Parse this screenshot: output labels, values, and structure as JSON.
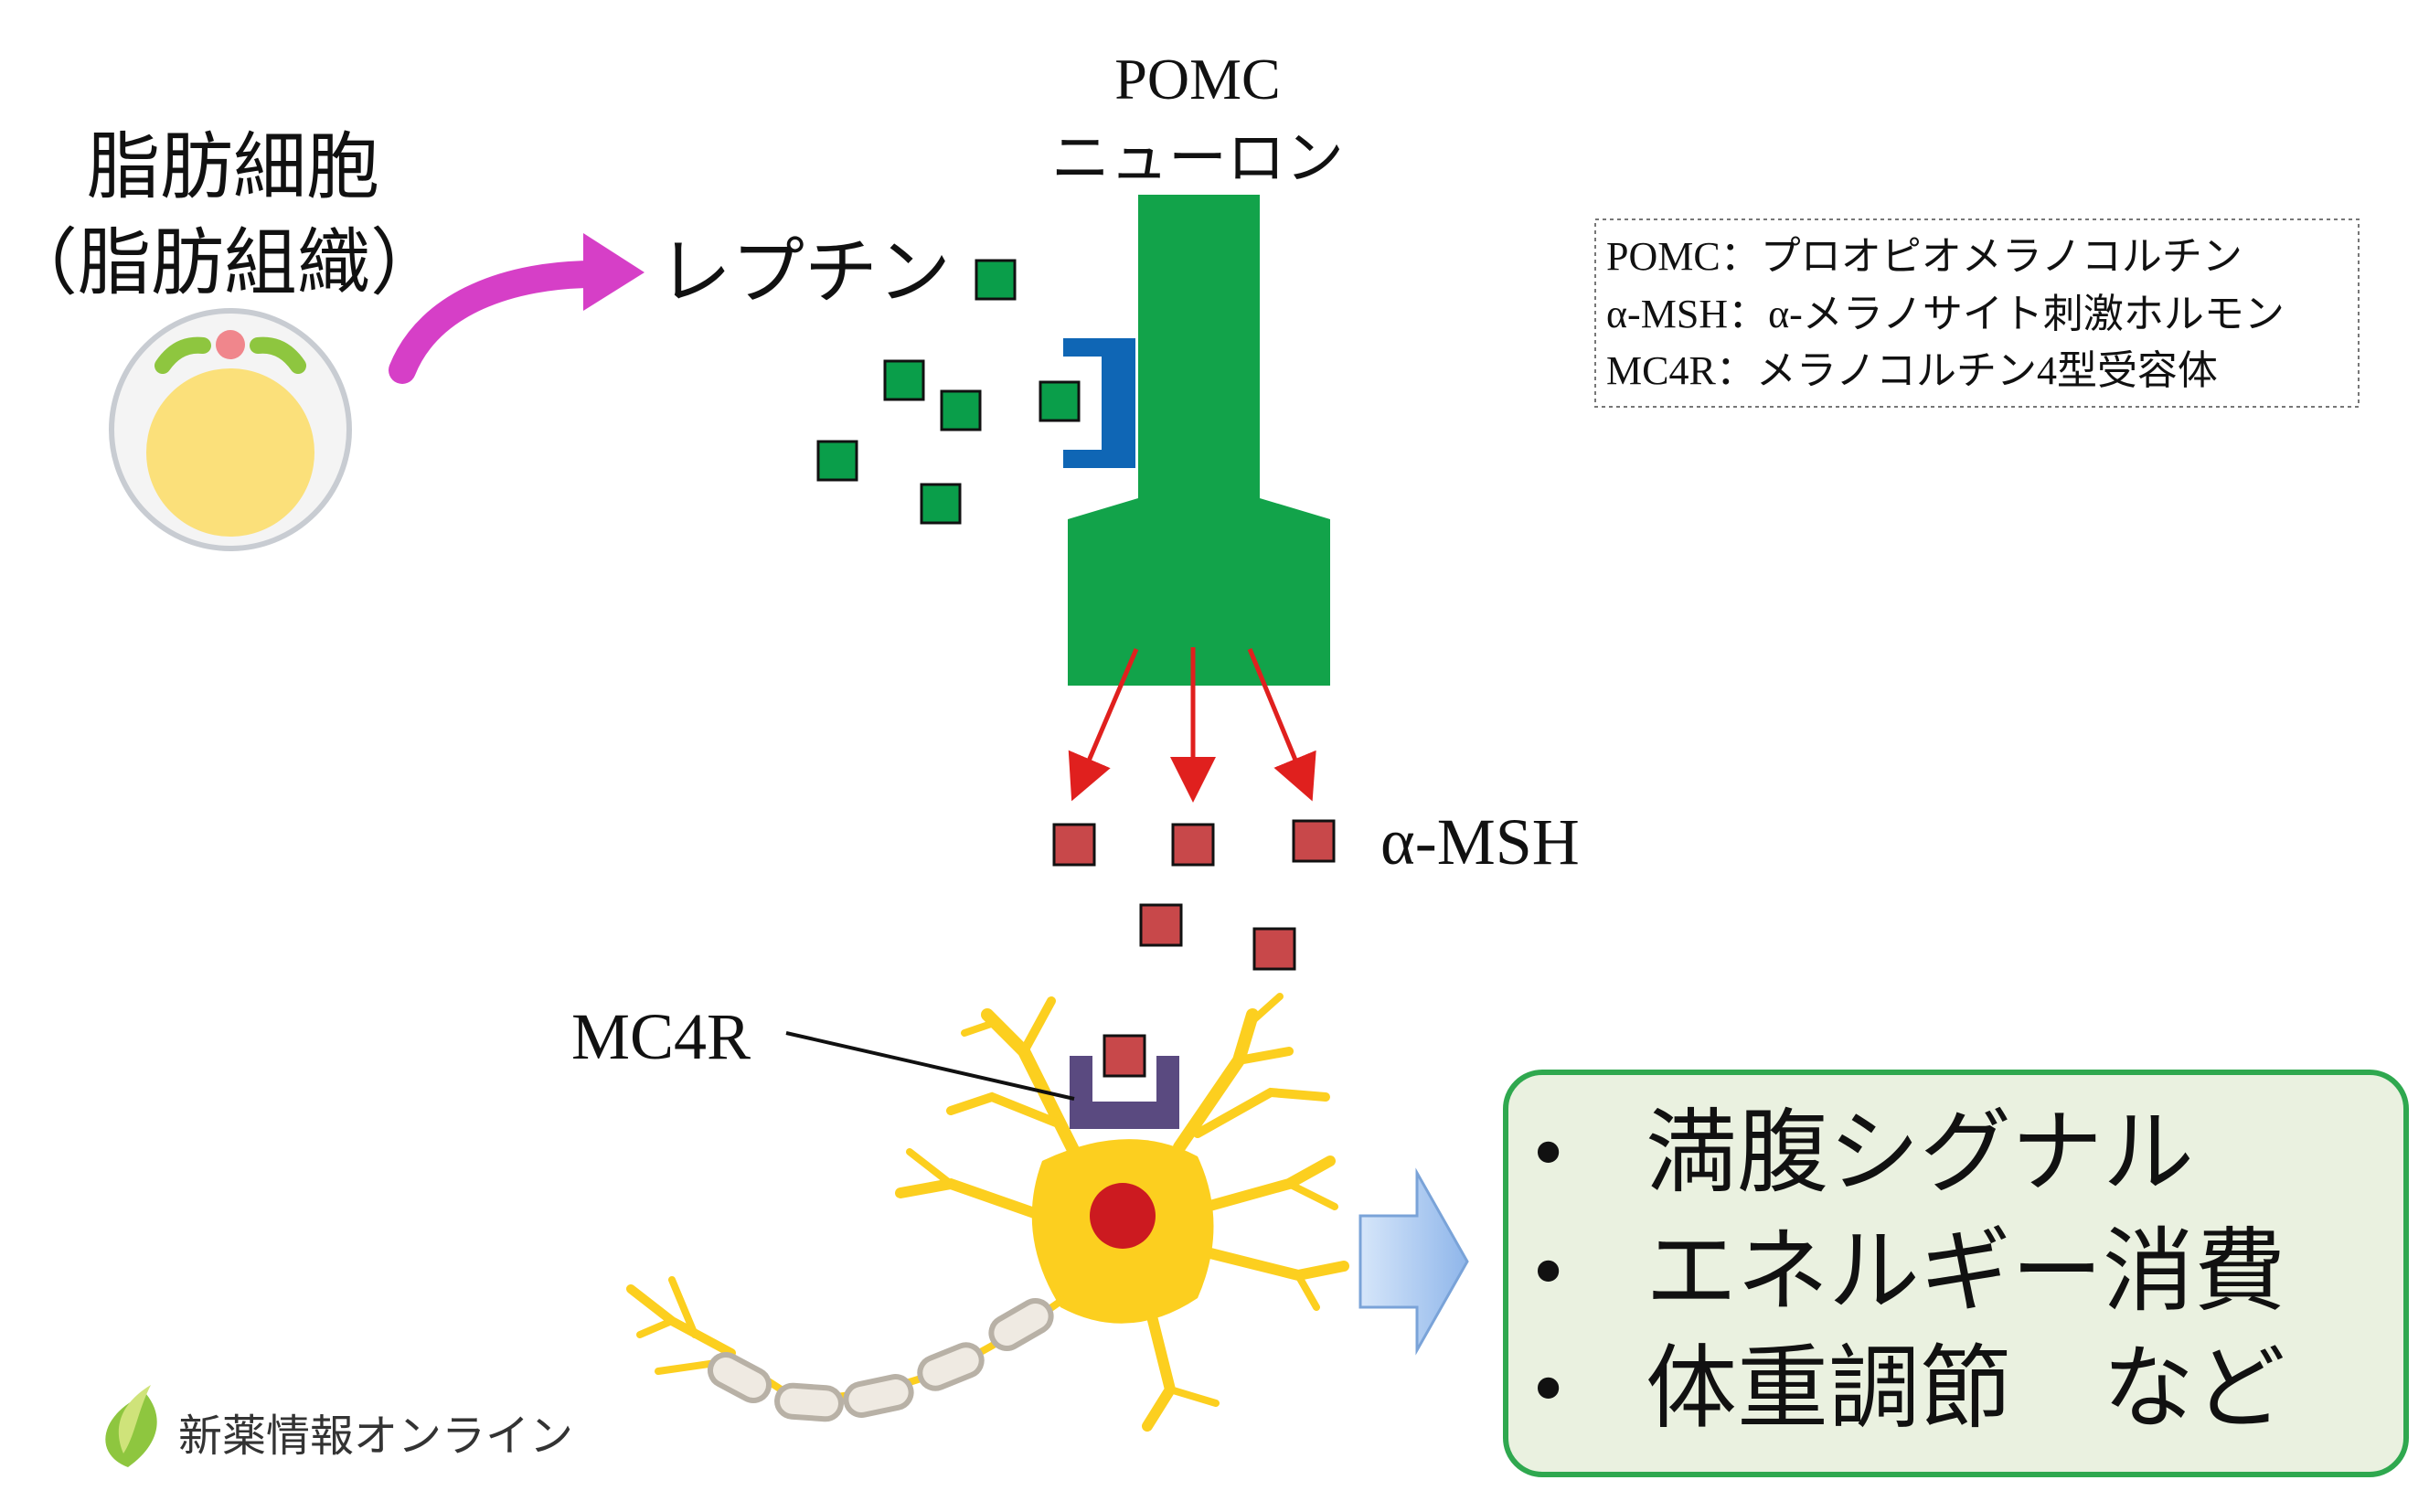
{
  "fat_cell": {
    "line1": "脂肪細胞",
    "line2": "（脂肪組織）"
  },
  "leptin": {
    "label": "レプチン"
  },
  "pomc_neuron": {
    "line1": "POMC",
    "line2": "ニューロン"
  },
  "alpha_msh": {
    "label": "α-MSH"
  },
  "mc4r": {
    "label": "MC4R"
  },
  "legend": {
    "rows": [
      "POMC：プロオピオメラノコルチン",
      "α-MSH：α-メラノサイト刺激ホルモン",
      "MC4R：メラノコルチン4型受容体"
    ]
  },
  "effects": {
    "bullet": "•",
    "items": [
      "満腹シグナル",
      "エネルギー消費",
      "体重調節　など"
    ]
  },
  "logo": {
    "text": "新薬情報オンライン"
  },
  "colors": {
    "leptin_green": "#0a9e4a",
    "neuron_green": "#12a34a",
    "receptor_blue": "#0f66b5",
    "msh_red": "#c8484a",
    "arrow_magenta": "#d63fc7",
    "arrow_red": "#e0201e",
    "mc4r_purple": "#5a4a80",
    "neuron_yellow": "#fccf1f",
    "nucleus_red": "#cc1a20",
    "box_border": "#2fa84f",
    "box_fill": "#eaf1e0",
    "hollow_arrow": "#a9c8ef"
  }
}
